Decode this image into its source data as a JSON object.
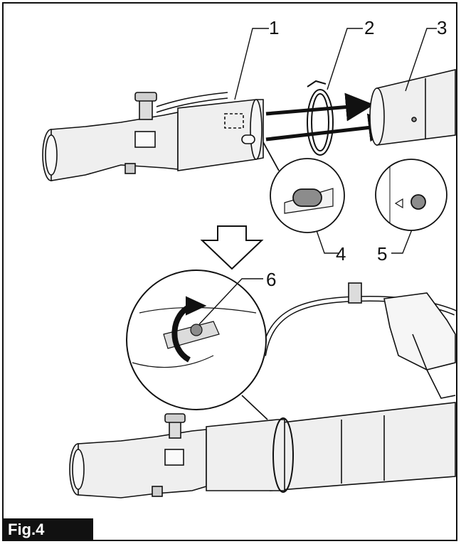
{
  "figure": {
    "label": "Fig.4",
    "callouts": [
      "1",
      "2",
      "3",
      "4",
      "5",
      "6"
    ]
  },
  "colors": {
    "ink": "#111111",
    "pipe": "#e8e8e8",
    "pin": "#8c8c8c",
    "background": "#ffffff"
  }
}
